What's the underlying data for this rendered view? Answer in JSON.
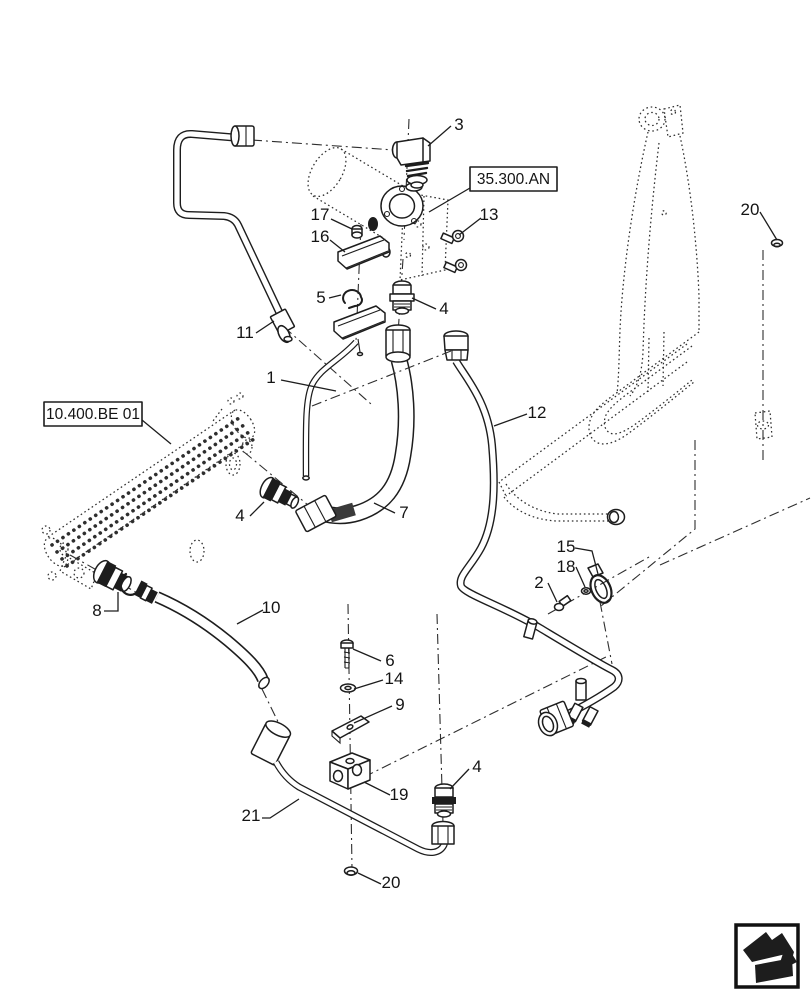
{
  "page": {
    "background": "#ffffff",
    "line_color": "#1d1d1d"
  },
  "reference_boxes": [
    {
      "code": "35.300.AN"
    },
    {
      "code": "10.400.BE 01"
    }
  ],
  "callouts": [
    {
      "label": "3"
    },
    {
      "label": "17"
    },
    {
      "label": "16"
    },
    {
      "label": "13"
    },
    {
      "label": "5"
    },
    {
      "label": "4"
    },
    {
      "label": "11"
    },
    {
      "label": "1"
    },
    {
      "label": "12"
    },
    {
      "label": "4"
    },
    {
      "label": "7"
    },
    {
      "label": "15"
    },
    {
      "label": "18"
    },
    {
      "label": "2"
    },
    {
      "label": "8"
    },
    {
      "label": "10"
    },
    {
      "label": "6"
    },
    {
      "label": "14"
    },
    {
      "label": "9"
    },
    {
      "label": "19"
    },
    {
      "label": "4"
    },
    {
      "label": "21"
    },
    {
      "label": "20"
    },
    {
      "label": "20"
    }
  ],
  "nav": {
    "icon": "continuation-arrow"
  }
}
